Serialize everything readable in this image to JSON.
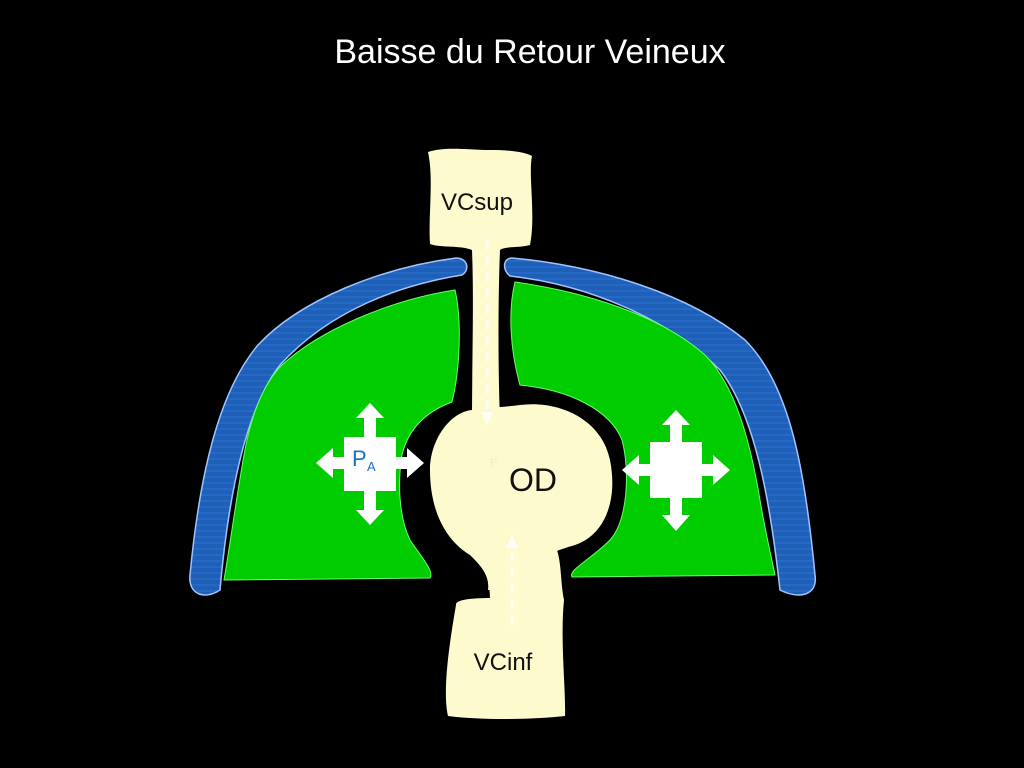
{
  "title": "Baisse du Retour Veineux",
  "labels": {
    "vc_sup": "VCsup",
    "vc_inf": "VCinf",
    "atrium": "OD",
    "pressure_main": "P",
    "pressure_sub": "A",
    "atrium_small": "P"
  },
  "colors": {
    "background": "#000000",
    "lung": "#00cc00",
    "chest_wall": "#1f5fb8",
    "vessel": "#fdfbcd",
    "arrow": "#ffffff",
    "pressure_text": "#1a6fc9",
    "title": "#ffffff"
  }
}
